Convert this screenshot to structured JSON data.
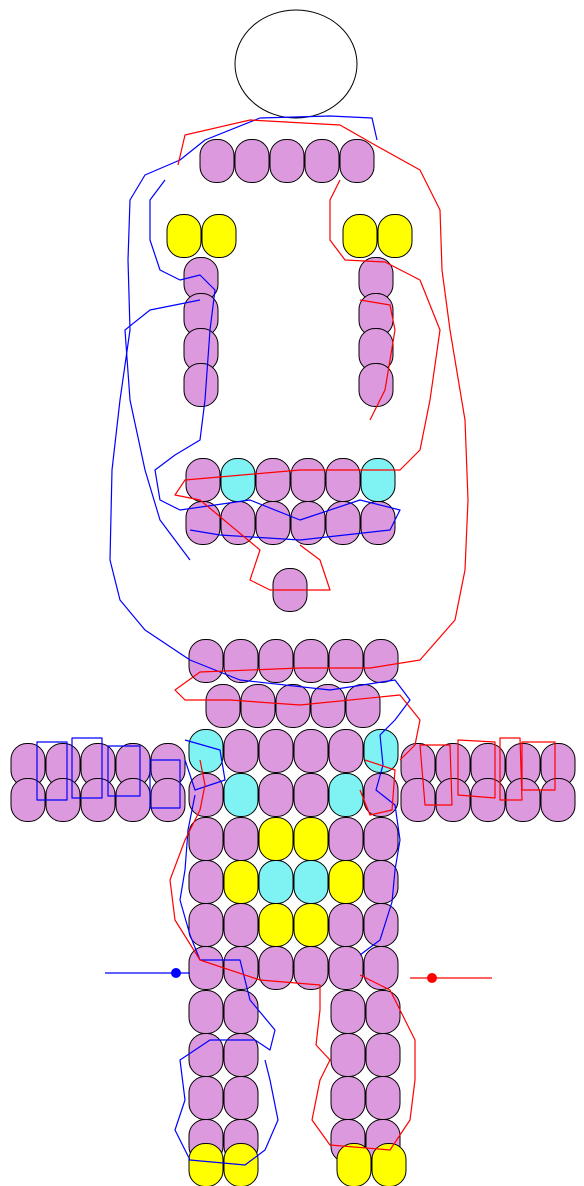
{
  "pattern": {
    "colors": {
      "pink": "#dd99dd",
      "cyan": "#7ff3f3",
      "yellow": "#ffff00",
      "outline": "#000000",
      "thread_left": "#0000ff",
      "thread_right": "#ff0000",
      "background": "#ffffff"
    },
    "top_element": "circle-ring",
    "needles": [
      "blue-needle",
      "red-needle"
    ]
  }
}
